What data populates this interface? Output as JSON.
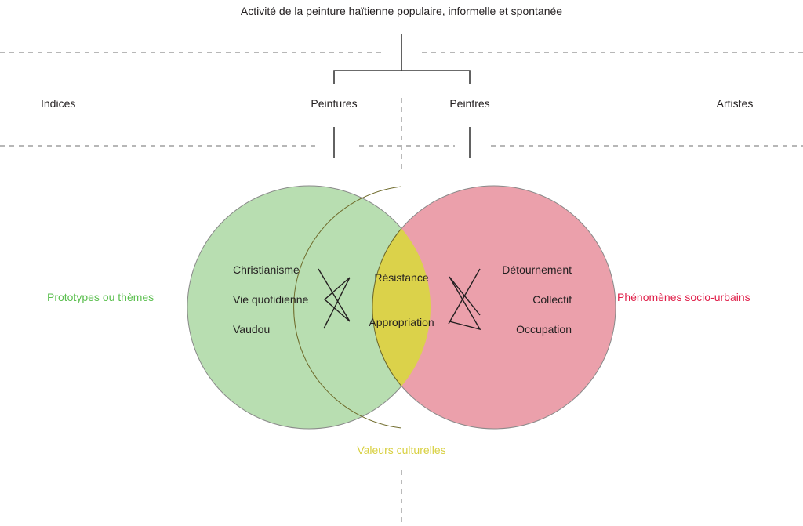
{
  "title": "Activité de la peinture haïtienne populaire, informelle et spontanée",
  "levels": {
    "left": "Indices",
    "right": "Artistes"
  },
  "branches": {
    "left": "Peintures",
    "right": "Peintres"
  },
  "sets": {
    "left": {
      "category": "Prototypes ou thèmes",
      "color": "#b8deb1",
      "label_color": "#5bbf4f",
      "items": [
        "Christianisme",
        "Vie quotidienne",
        "Vaudou"
      ]
    },
    "right": {
      "category": "Phénomènes socio-urbains",
      "color": "#eba0ab",
      "label_color": "#e0204a",
      "items": [
        "Détournement",
        "Collectif",
        "Occupation"
      ]
    },
    "intersection": {
      "category": "Valeurs culturelles",
      "color": "#dbd24a",
      "label_color": "#d8d040",
      "items": [
        "Résistance",
        "Appropriation"
      ]
    }
  },
  "line_color": "#231f20",
  "dash_color": "#8c8c8c"
}
